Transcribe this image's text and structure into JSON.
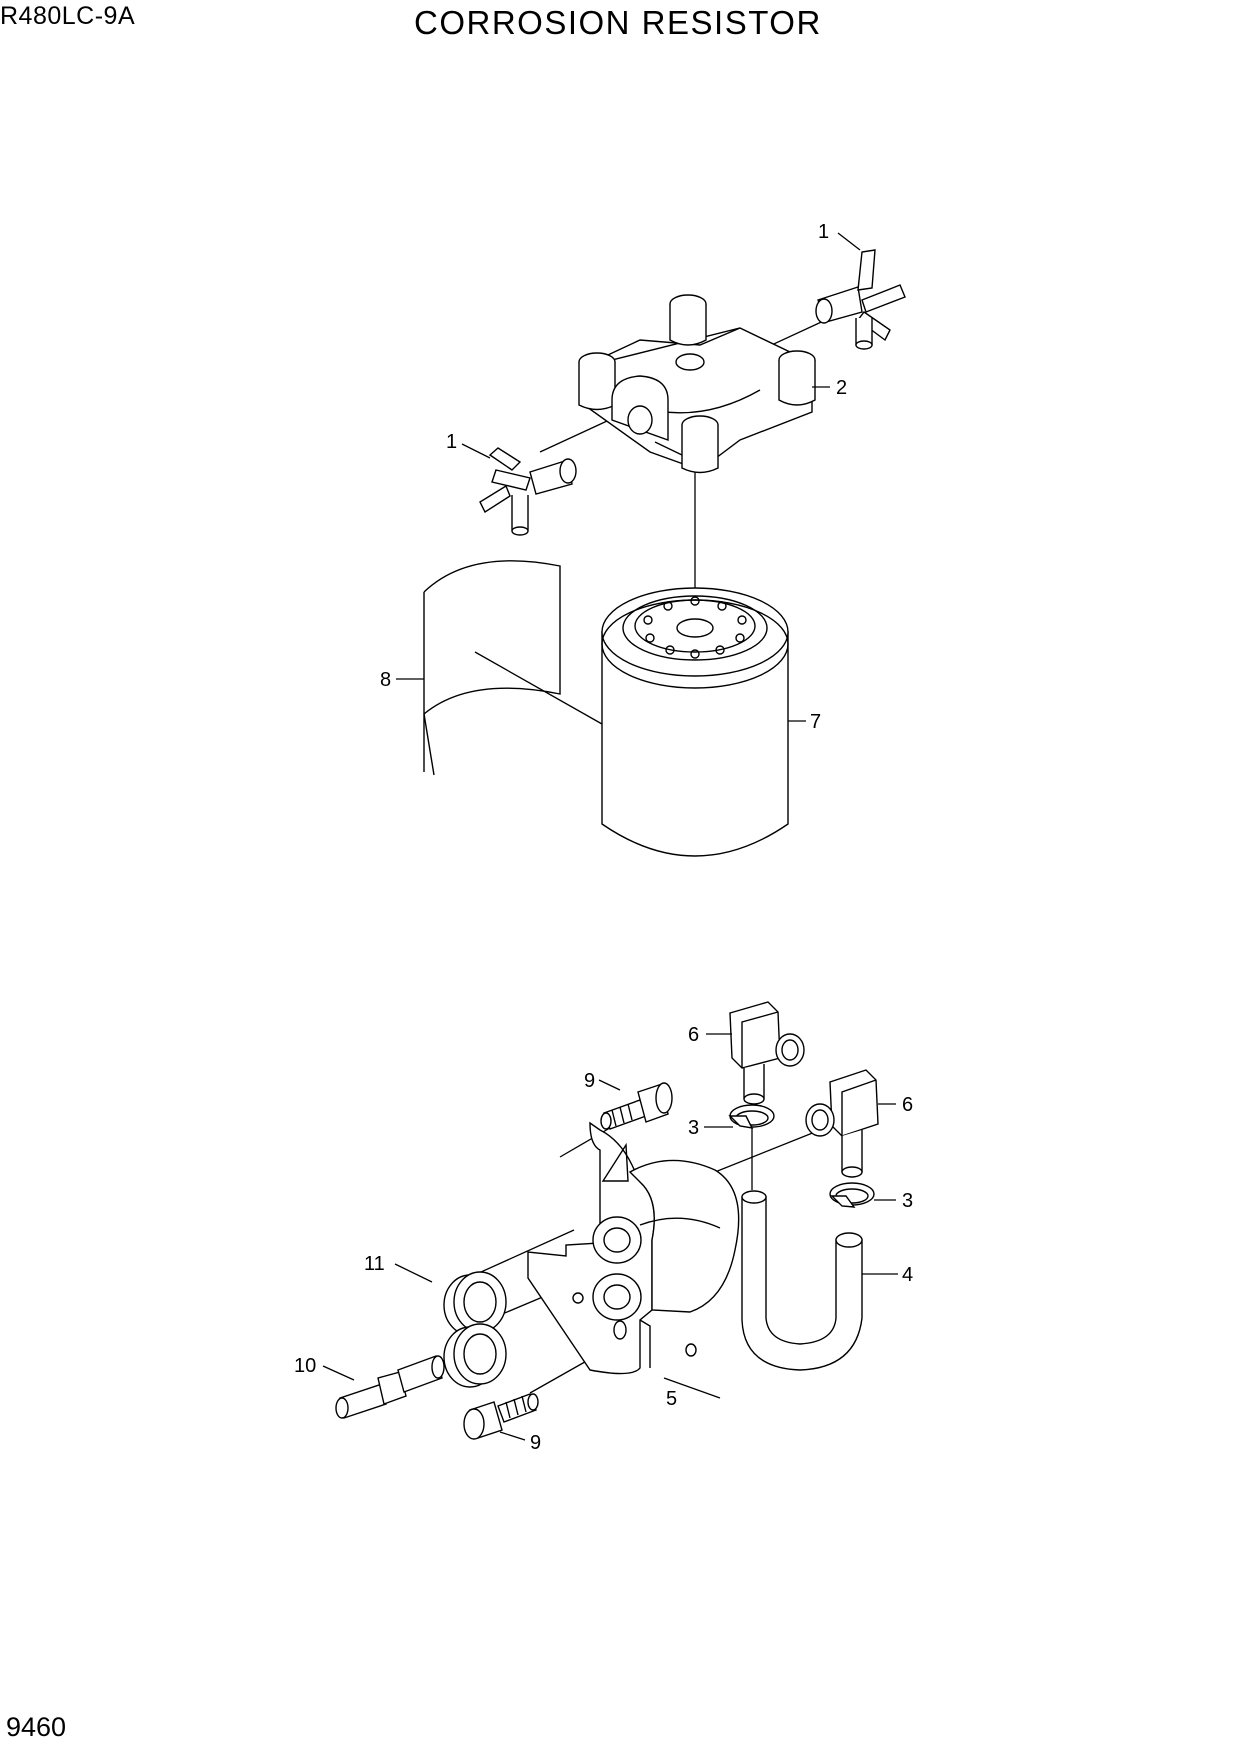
{
  "header": {
    "model": "R480LC-9A",
    "title": "CORROSION RESISTOR"
  },
  "footer": {
    "page_number": "9460"
  },
  "callouts": {
    "c1a": "1",
    "c1b": "1",
    "c2": "2",
    "c3a": "3",
    "c3b": "3",
    "c4": "4",
    "c5": "5",
    "c6a": "6",
    "c6b": "6",
    "c7": "7",
    "c8": "8",
    "c9a": "9",
    "c9b": "9",
    "c10": "10",
    "c11": "11"
  }
}
